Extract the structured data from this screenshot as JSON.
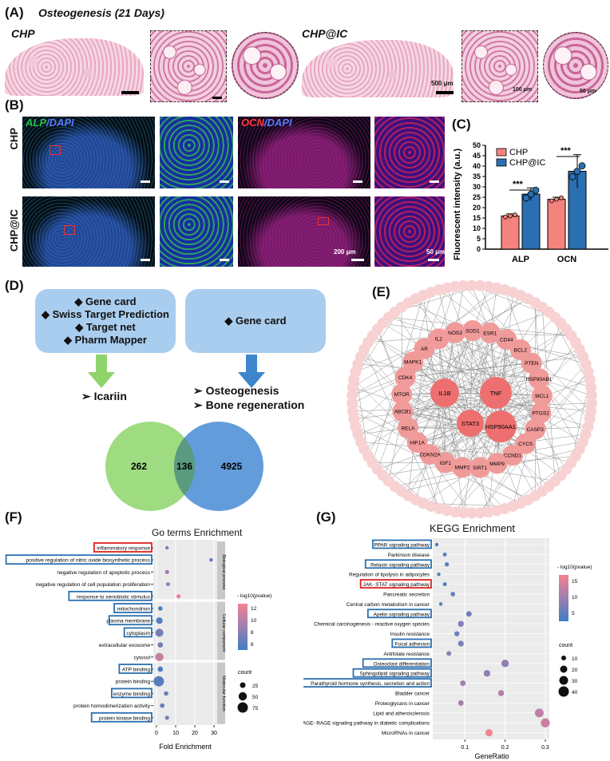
{
  "panel_labels": {
    "A": "(A)",
    "B": "(B)",
    "C": "(C)",
    "D": "(D)",
    "E": "(E)",
    "F": "(F)",
    "G": "(G)"
  },
  "panelA": {
    "title": "Osteogenesis",
    "subtitle": "(21 Days)",
    "group1": "CHP",
    "group2": "CHP@IC",
    "scale1": "500 μm",
    "scale2": "100 μm",
    "scale3": "50 μm"
  },
  "panelB": {
    "stain1_a": "ALP",
    "stain1_b": "/DAPI",
    "stain2_a": "OCN",
    "stain2_b": "/DAPI",
    "row1": "CHP",
    "row2": "CHP@IC",
    "scale1": "200 μm",
    "scale2": "50 μm"
  },
  "panelC": {
    "ylabel": "Fluorescent intensity (a.u.)",
    "sig1": "***",
    "sig2": "***",
    "chart_data": {
      "type": "bar",
      "categories": [
        "ALP",
        "OCN"
      ],
      "series": [
        {
          "name": "CHP",
          "values": [
            16,
            24
          ],
          "color": "#f4837d"
        },
        {
          "name": "CHP@IC",
          "values": [
            26.5,
            37.5
          ],
          "color": "#2b6fb3"
        }
      ],
      "ylim": [
        0,
        50
      ],
      "yticks": [
        0,
        5,
        10,
        15,
        20,
        25,
        30,
        35,
        40,
        45,
        50
      ],
      "ylabel": "Fluorescent intensity (a.u.)"
    }
  },
  "panelD": {
    "left_box": [
      "Gene card",
      "Swiss Target Prediction",
      "Target net",
      "Pharm Mapper"
    ],
    "right_box": [
      "Gene card"
    ],
    "left_result": "Icariin",
    "right_results": [
      "Osteogenesis",
      "Bone regeneration"
    ],
    "venn": {
      "left": "262",
      "center": "136",
      "right": "4925"
    }
  },
  "panelE": {
    "hubs": [
      "TNF",
      "IL1B",
      "STAT3",
      "HSP90AA1"
    ],
    "mid_nodes": [
      "ESR1",
      "CD44",
      "BCL2",
      "PTEN",
      "HSP90AB1",
      "MCL1",
      "PTGS2",
      "CASP3",
      "CYCS",
      "CCND1",
      "MMP9",
      "SIRT1",
      "MMP2",
      "IGF1",
      "CDKN2A",
      "HIF1A",
      "RELA",
      "ABCB1",
      "MTOR",
      "CDK4",
      "MAPK1",
      "AR",
      "IL2",
      "NOS3",
      "SOD1"
    ]
  },
  "panelF": {
    "title": "Go terms Enrichment",
    "terms": [
      "inflammatory response",
      "positive regulation of nitric oxide biosynthetic process",
      "negative regulation of apoptotic process",
      "negative regulation of cell population proliferation",
      "response to xenobiotic stimulus",
      "mitochondrion",
      "plasma membrane",
      "cytoplasm",
      "extracellular exosome",
      "cytosol",
      "ATP binding",
      "protein binding",
      "enzyme binding",
      "protein homodimerization activity",
      "protein kinase binding"
    ],
    "facets": [
      "Biological process",
      "Cellular component",
      "Molecular function"
    ],
    "xlabel": "Fold Enrichment",
    "xticks": [
      "0",
      "10",
      "20",
      "30"
    ],
    "legend_title": "- log10(pvalue)",
    "legend_ticks": [
      "12",
      "10",
      "8",
      "6"
    ],
    "count_title": "count",
    "count_ticks": [
      "25",
      "50",
      "75"
    ],
    "chart_data": {
      "type": "scatter",
      "xlim": [
        0,
        30
      ],
      "points": [
        {
          "term": "inflammatory response",
          "x": 5.5,
          "logp": 7.5,
          "count": 8
        },
        {
          "term": "positive regulation of nitric oxide biosynthetic process",
          "x": 28.5,
          "logp": 6,
          "count": 5
        },
        {
          "term": "negative regulation of apoptotic process",
          "x": 5.5,
          "logp": 9,
          "count": 12
        },
        {
          "term": "negative regulation of cell population proliferation",
          "x": 6,
          "logp": 8.5,
          "count": 11
        },
        {
          "term": "response to xenobiotic stimulus",
          "x": 11.5,
          "logp": 13,
          "count": 12
        },
        {
          "term": "mitochondrion",
          "x": 2,
          "logp": 5,
          "count": 14
        },
        {
          "term": "plasma membrane",
          "x": 1.5,
          "logp": 5.5,
          "count": 30
        },
        {
          "term": "cytoplasm",
          "x": 1.5,
          "logp": 7,
          "count": 45
        },
        {
          "term": "extracellular exosome",
          "x": 2,
          "logp": 7,
          "count": 20
        },
        {
          "term": "cytosol",
          "x": 1.5,
          "logp": 11,
          "count": 48
        },
        {
          "term": "ATP binding",
          "x": 2,
          "logp": 5,
          "count": 20
        },
        {
          "term": "protein binding",
          "x": 1.2,
          "logp": 5.5,
          "count": 75
        },
        {
          "term": "enzyme binding",
          "x": 5,
          "logp": 6.5,
          "count": 14
        },
        {
          "term": "protein homodimerization activity",
          "x": 3,
          "logp": 6.5,
          "count": 15
        },
        {
          "term": "protein kinase binding",
          "x": 5.5,
          "logp": 7,
          "count": 12
        }
      ]
    }
  },
  "panelG": {
    "title": "KEGG Enrichment",
    "terms": [
      "PPAR signaling pathway",
      "Parkinson disease",
      "Relaxin signaling pathway",
      "Regulation of lipolysis in adipocytes",
      "JAK- STAT signaling pathway",
      "Pancreatic secretion",
      "Central carbon metabolism in cancer",
      "Apelin signaling pathway",
      "Chemical carcinogenesis -  reactive oxygen species",
      "Insulin resistance",
      "Focal adhesion",
      "Antifolate resistance",
      "Osteoclast differentiation",
      "Sphingolipid signaling pathway",
      "Parathyroid hormone synthesis, secretion and action",
      "Bladder cancer",
      "Proteoglycans in cancer",
      "Lipid and atherosclerosis",
      "AGE- RAGE signaling pathway in diabetic complications",
      "MicroRNAs in cancer"
    ],
    "xlabel": "GeneRatio",
    "xticks": [
      "0.1",
      "0.2",
      "0.3"
    ],
    "legend_title": "- log10(pvalue)",
    "legend_ticks": [
      "15",
      "10",
      "5"
    ],
    "count_title": "count",
    "count_ticks": [
      "10",
      "20",
      "30",
      "40"
    ],
    "chart_data": {
      "type": "scatter",
      "xlim": [
        0.02,
        0.31
      ],
      "points": [
        {
          "term": "PPAR signaling pathway",
          "x": 0.03,
          "logp": 3,
          "count": 4
        },
        {
          "term": "Parkinson disease",
          "x": 0.05,
          "logp": 4,
          "count": 6
        },
        {
          "term": "Relaxin signaling pathway",
          "x": 0.055,
          "logp": 4,
          "count": 7
        },
        {
          "term": "Regulation of lipolysis in adipocytes",
          "x": 0.035,
          "logp": 3.5,
          "count": 5
        },
        {
          "term": "JAK- STAT signaling pathway",
          "x": 0.05,
          "logp": 4,
          "count": 6
        },
        {
          "term": "Pancreatic secretion",
          "x": 0.07,
          "logp": 5,
          "count": 8
        },
        {
          "term": "Central carbon metabolism in cancer",
          "x": 0.04,
          "logp": 4,
          "count": 5
        },
        {
          "term": "Apelin signaling pathway",
          "x": 0.11,
          "logp": 6,
          "count": 12
        },
        {
          "term": "Chemical carcinogenesis -  reactive oxygen species",
          "x": 0.09,
          "logp": 8,
          "count": 14
        },
        {
          "term": "Insulin resistance",
          "x": 0.08,
          "logp": 6,
          "count": 10
        },
        {
          "term": "Focal adhesion",
          "x": 0.09,
          "logp": 7,
          "count": 13
        },
        {
          "term": "Antifolate resistance",
          "x": 0.06,
          "logp": 9,
          "count": 9
        },
        {
          "term": "Osteoclast differentiation",
          "x": 0.2,
          "logp": 9,
          "count": 22
        },
        {
          "term": "Sphingolipid signaling pathway",
          "x": 0.155,
          "logp": 9,
          "count": 17
        },
        {
          "term": "Parathyroid hormone synthesis, secretion and action",
          "x": 0.095,
          "logp": 10,
          "count": 12
        },
        {
          "term": "Bladder cancer",
          "x": 0.19,
          "logp": 12,
          "count": 14
        },
        {
          "term": "Proteoglycans in cancer",
          "x": 0.09,
          "logp": 11,
          "count": 12
        },
        {
          "term": "Lipid and atherosclerosis",
          "x": 0.285,
          "logp": 13,
          "count": 30
        },
        {
          "term": "AGE- RAGE signaling pathway in diabetic complications",
          "x": 0.3,
          "logp": 14,
          "count": 32
        },
        {
          "term": "MicroRNAs in cancer",
          "x": 0.16,
          "logp": 18,
          "count": 20
        }
      ]
    }
  }
}
